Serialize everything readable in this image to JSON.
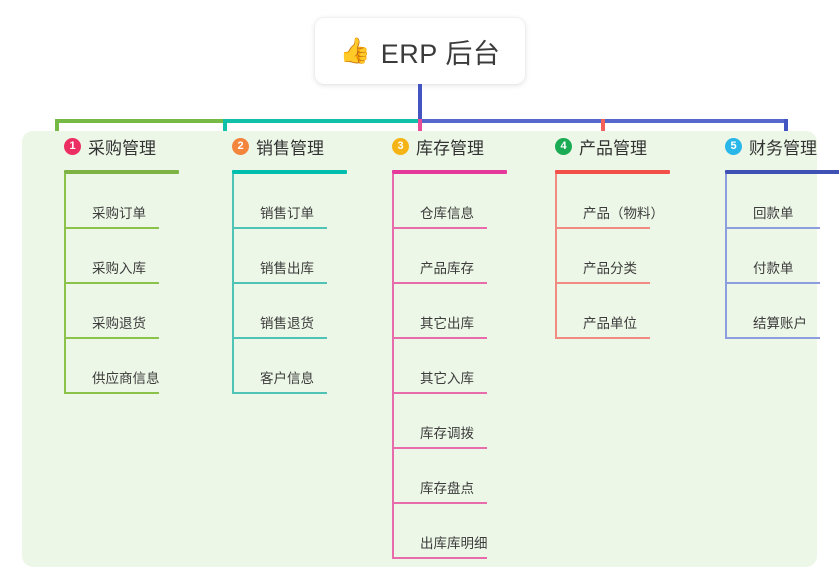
{
  "title": {
    "icon": "thumbs-up-icon",
    "emoji": "👍",
    "text": "ERP 后台"
  },
  "colors": {
    "panel_bg": "#edf7e7",
    "stem": "#4355c0",
    "bus_green": "#76b947",
    "bus_teal": "#12bfa9",
    "bus_blue": "#5566cc"
  },
  "columns": [
    {
      "number": "1",
      "title": "采购管理",
      "badge_color": "#ec2f63",
      "rule_color": "#7cb342",
      "line_color": "#8bc34a",
      "drop_color": "#76b947",
      "items": [
        "采购订单",
        "采购入库",
        "采购退货",
        "供应商信息"
      ]
    },
    {
      "number": "2",
      "title": "销售管理",
      "badge_color": "#f3853c",
      "rule_color": "#00bfae",
      "line_color": "#4fc3b5",
      "drop_color": "#12bfa9",
      "items": [
        "销售订单",
        "销售出库",
        "销售退货",
        "客户信息"
      ]
    },
    {
      "number": "3",
      "title": "库存管理",
      "badge_color": "#f5b416",
      "rule_color": "#e5399b",
      "line_color": "#e86cab",
      "drop_color": "#ea4c9a",
      "items": [
        "仓库信息",
        "产品库存",
        "其它出库",
        "其它入库",
        "库存调拨",
        "库存盘点",
        "出库库明细"
      ]
    },
    {
      "number": "4",
      "title": "产品管理",
      "badge_color": "#1aab54",
      "rule_color": "#f4504a",
      "line_color": "#f08a82",
      "drop_color": "#f4605a",
      "items": [
        "产品（物料）",
        "产品分类",
        "产品单位"
      ]
    },
    {
      "number": "5",
      "title": "财务管理",
      "badge_color": "#29b6e8",
      "rule_color": "#3f51b5",
      "line_color": "#8c9ede",
      "drop_color": "#4355c0",
      "items": [
        "回款单",
        "付款单",
        "结算账户"
      ]
    }
  ]
}
